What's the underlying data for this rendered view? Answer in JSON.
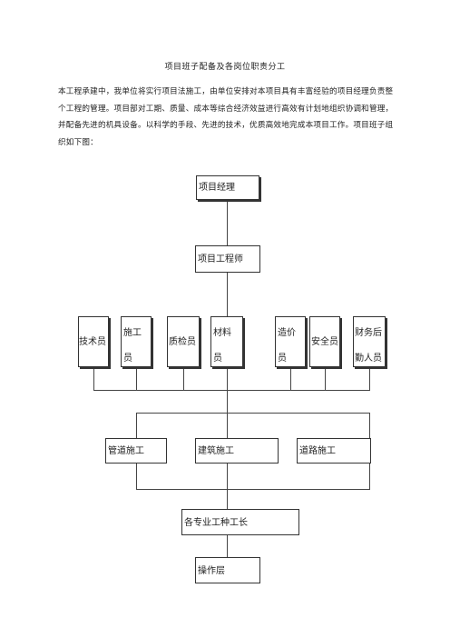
{
  "title": "项目班子配备及各岗位职责分工",
  "paragraph": "本工程承建中，我单位将实行项目法施工，由单位安排对本项目具有丰富经验的项目经理负责整个工程的管理。项目部对工期、质量、成本等综合经济效益进行高效有计划地组织协调和管理，并配备先进的机具设备。以科学的手段、先进的技术，优质高效地完成本项目工作。项目班子组织如下图：",
  "org": {
    "top": "项目经理",
    "engineer": "项目工程师",
    "staff": [
      "技术员",
      "施工员",
      "质检员",
      "材料员",
      "造价员",
      "安全员",
      "财务后勤人员"
    ],
    "construction": [
      "管道施工",
      "建筑施工",
      "道路施工"
    ],
    "foremen": "各专业工种工长",
    "ops": "操作层"
  }
}
